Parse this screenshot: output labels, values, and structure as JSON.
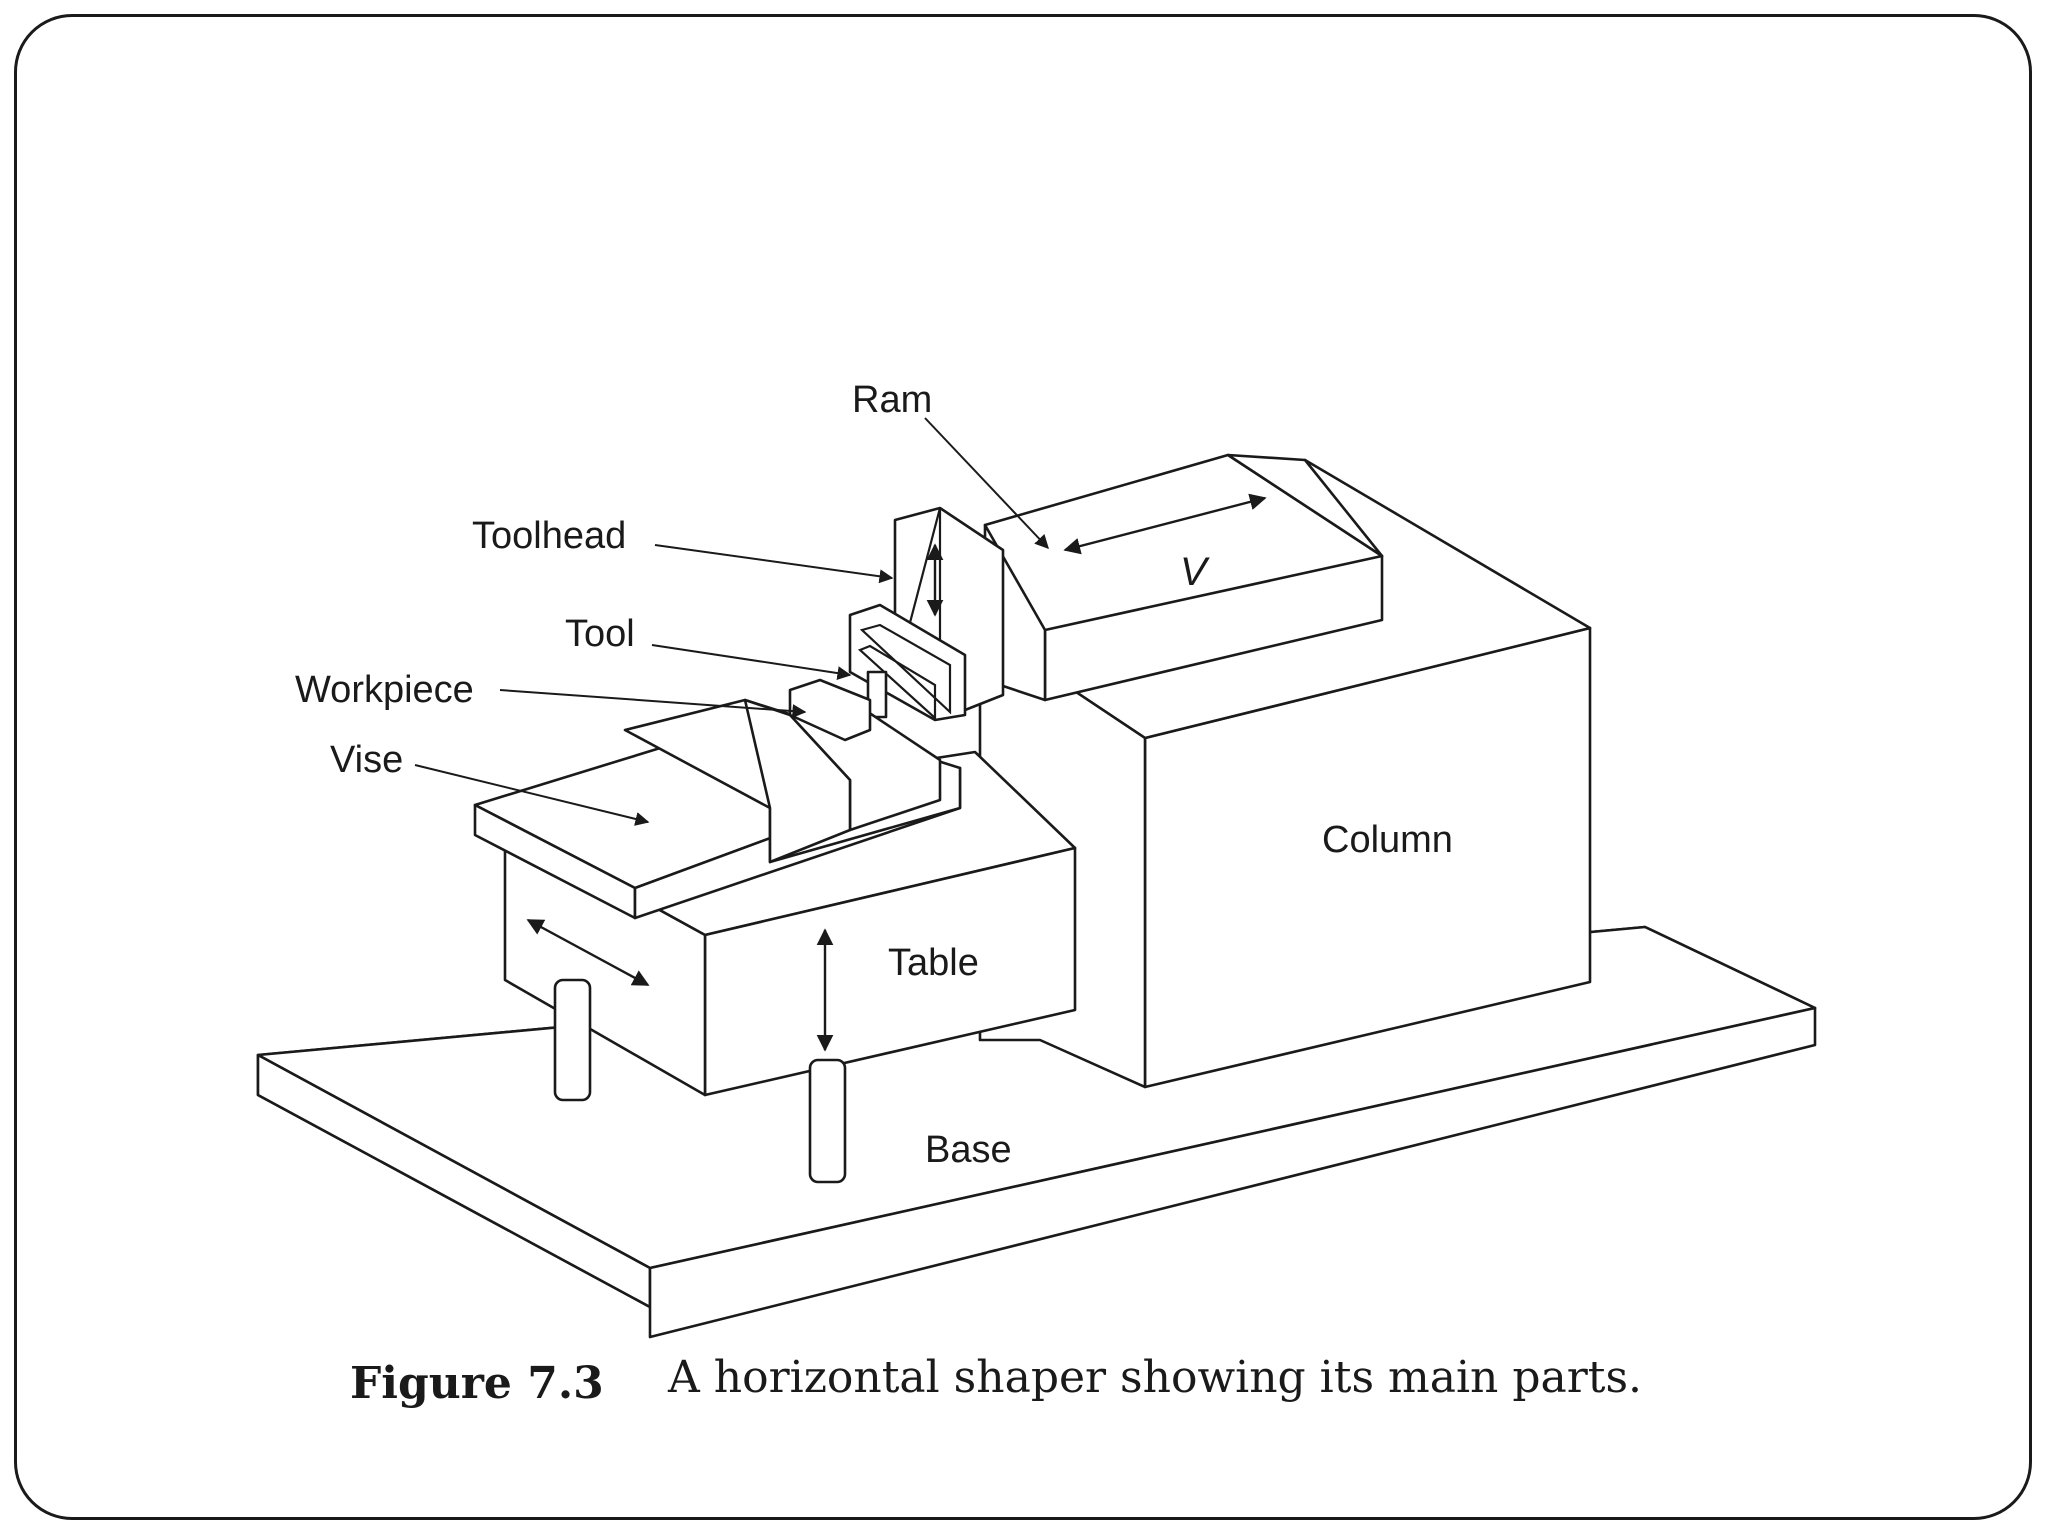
{
  "labels": {
    "ram": "Ram",
    "toolhead": "Toolhead",
    "tool": "Tool",
    "workpiece": "Workpiece",
    "vise": "Vise",
    "column": "Column",
    "table": "Table",
    "base": "Base",
    "velocity": "V"
  },
  "caption": {
    "number": "Figure 7.3",
    "text": "A horizontal shaper showing its main parts."
  }
}
